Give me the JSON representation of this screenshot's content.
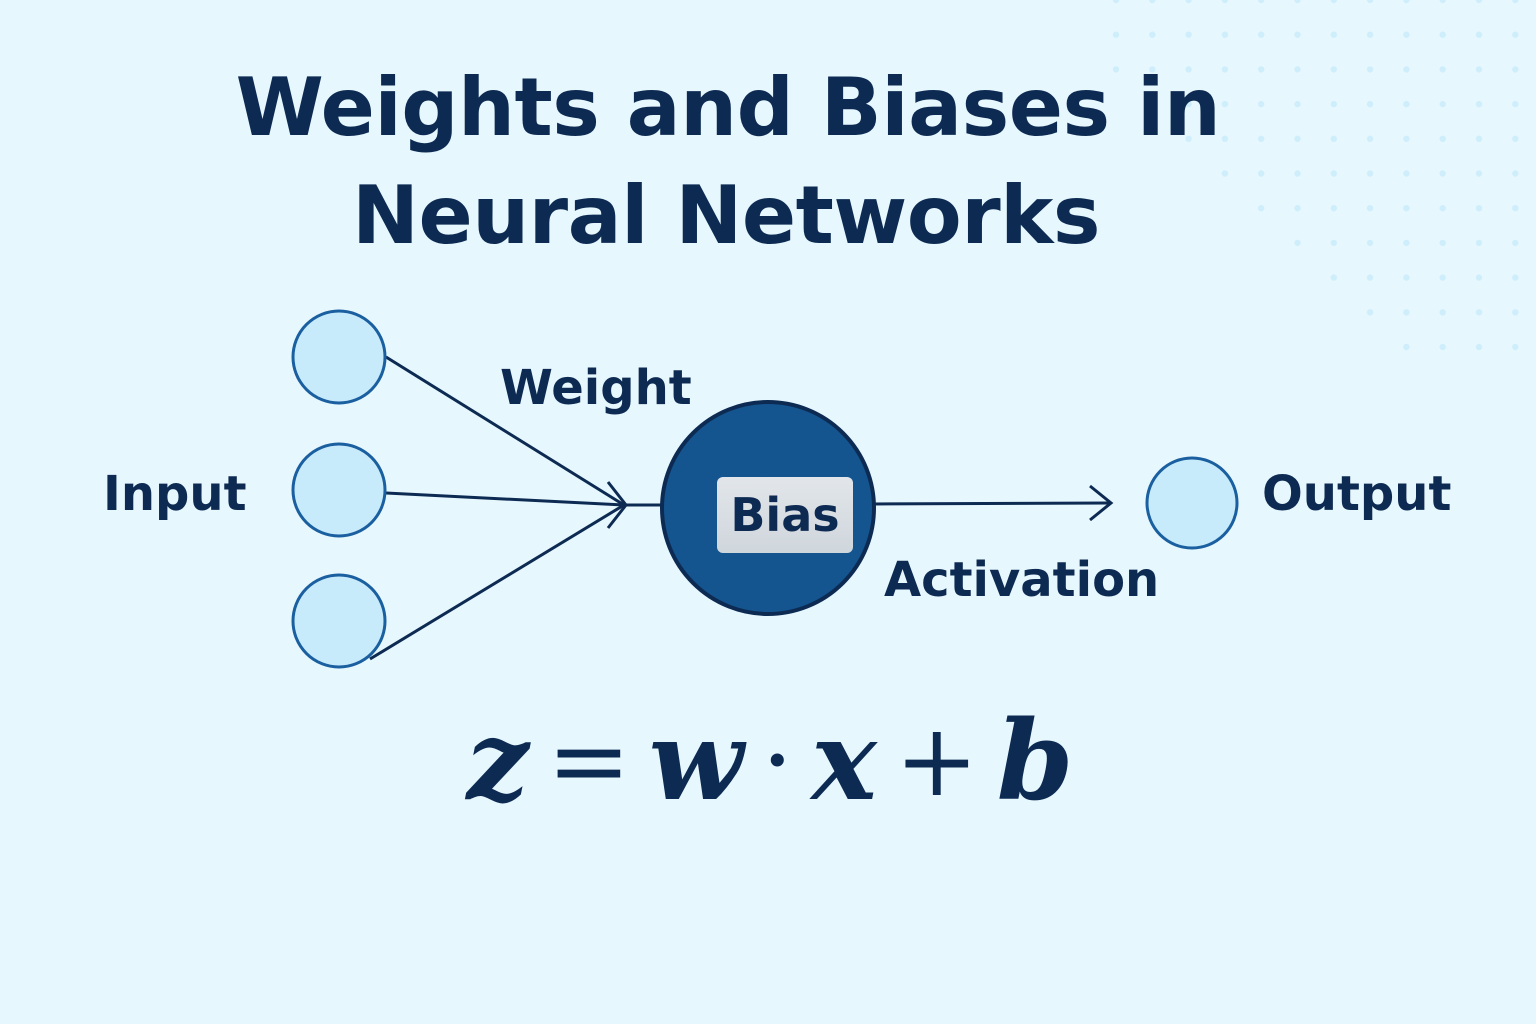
{
  "title": {
    "line1": "Weights and Biases in",
    "line2": "Neural Networks"
  },
  "diagram": {
    "input_label": "Input",
    "weight_label": "Weight",
    "bias_label": "Bias",
    "activation_label": "Activation",
    "output_label": "Output",
    "input_node_count": 3,
    "output_node_count": 1
  },
  "formula": {
    "lhs": "z",
    "equals": "=",
    "w": "w",
    "dot": "·",
    "x": "x",
    "plus": "+",
    "b": "b"
  },
  "colors": {
    "background": "#e7f7fe",
    "text": "#0d2b52",
    "node_fill": "#c8ebfb",
    "node_stroke": "#1a5fa0",
    "neuron_fill": "#14548f",
    "neuron_stroke": "#0d2b52",
    "edge": "#0d2b52",
    "dot_pattern": "#cfeefc"
  }
}
